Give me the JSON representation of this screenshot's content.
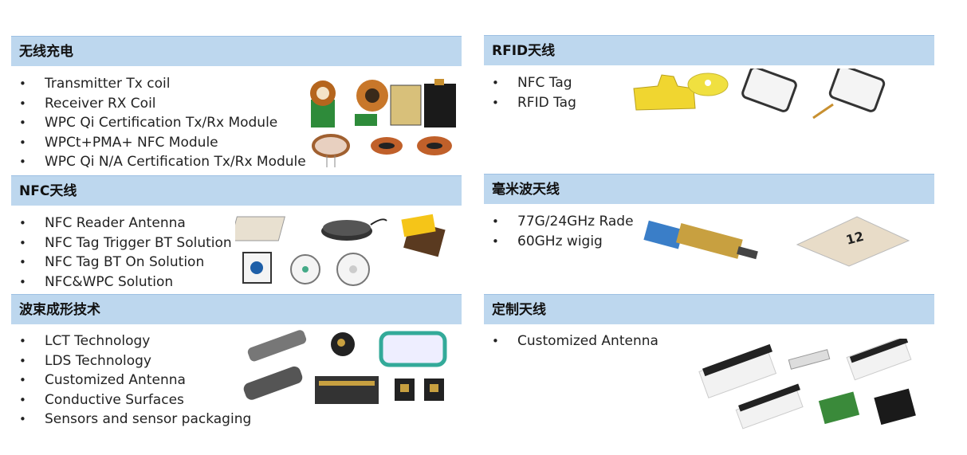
{
  "sections": [
    {
      "title": "无线充电",
      "items": [
        "Transmitter Tx coil",
        "Receiver RX Coil",
        "WPC Qi Certification Tx/Rx Module",
        "WPCt+PMA+ NFC Module",
        "WPC Qi N/A Certification Tx/Rx Module"
      ],
      "image": "wireless-charging-coils-image"
    },
    {
      "title": "RFID天线",
      "items": [
        "NFC Tag",
        "RFID Tag"
      ],
      "image": "rfid-tags-image"
    },
    {
      "title": "NFC天线",
      "items": [
        "NFC Reader Antenna",
        "NFC Tag Trigger BT Solution",
        "NFC Tag BT On Solution",
        "NFC&WPC Solution"
      ],
      "image": "nfc-antennas-image"
    },
    {
      "title": "毫米波天线",
      "items": [
        "77G/24GHz Rade",
        "60GHz wigig"
      ],
      "image": "mmwave-antennas-image"
    },
    {
      "title": "波束成形技术",
      "items": [
        "LCT Technology",
        "LDS Technology",
        "Customized Antenna",
        "Conductive Surfaces",
        "Sensors and sensor packaging"
      ],
      "image": "beamforming-parts-image"
    },
    {
      "title": "定制天线",
      "items": [
        "Customized Antenna"
      ],
      "image": "custom-antennas-image"
    }
  ]
}
